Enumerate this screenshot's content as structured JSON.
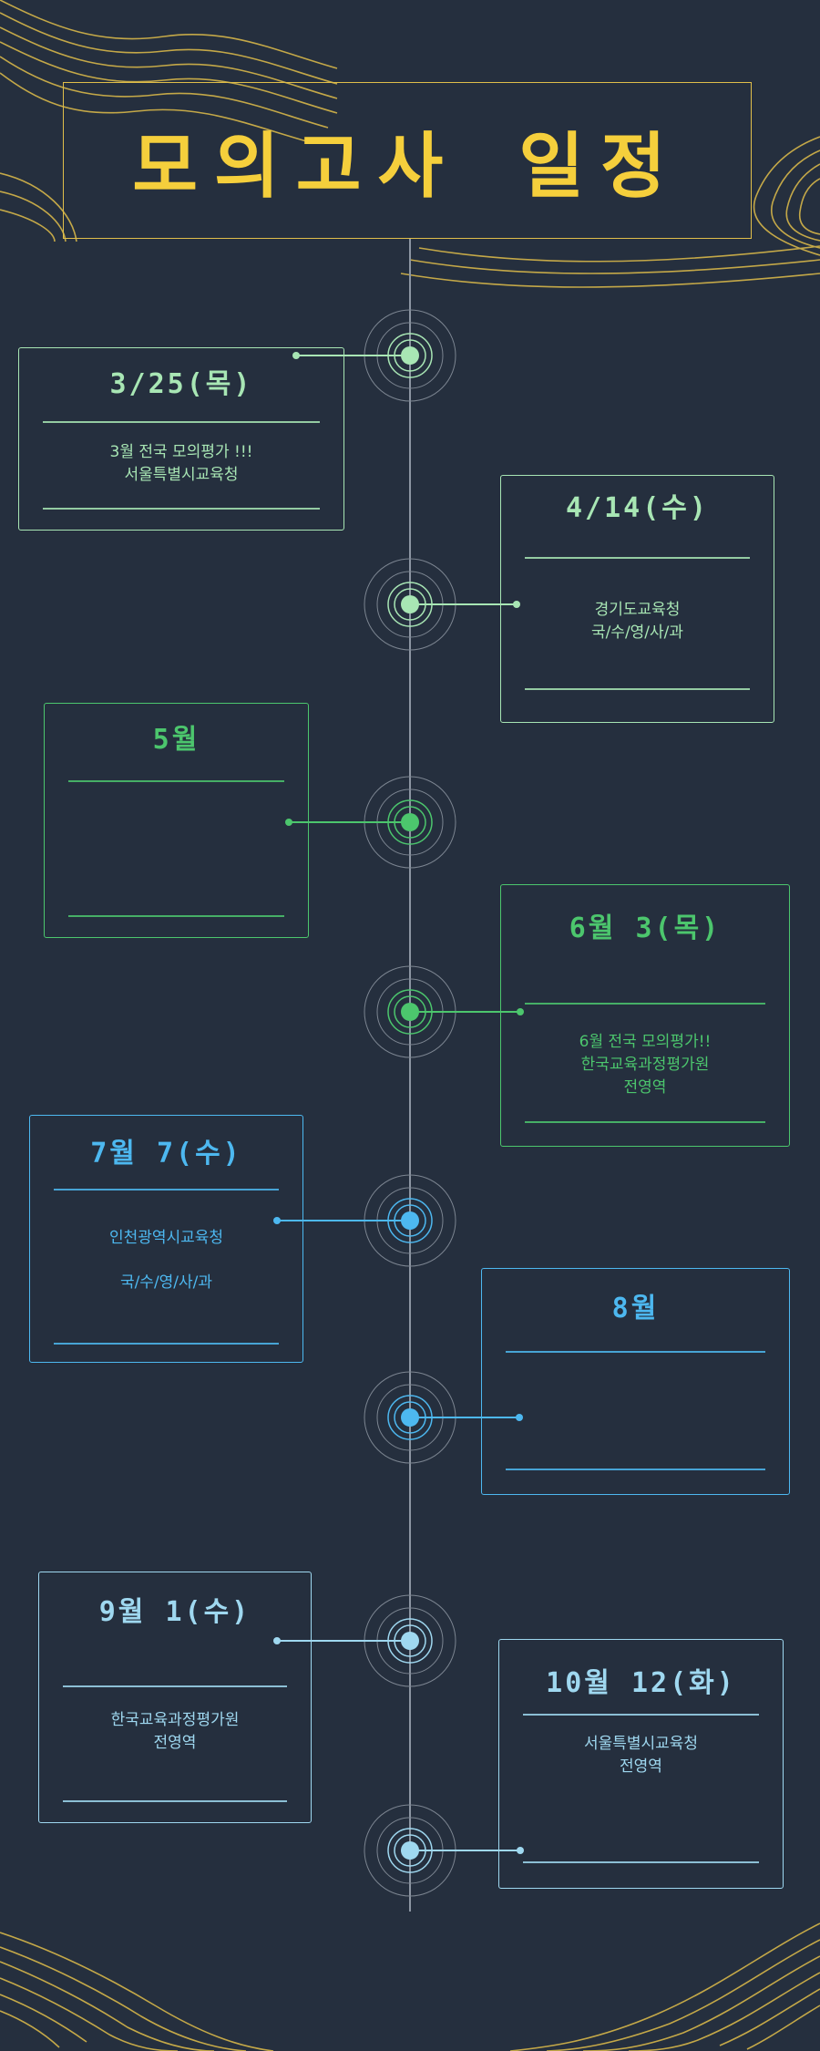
{
  "title": "모의고사 일정",
  "colors": {
    "background": "#252f3e",
    "title": "#f5cf3c",
    "gold_line": "#e0be4a",
    "mint": "#a8e6b4",
    "green": "#4cc66d",
    "blue": "#4db8f0",
    "light_blue": "#9fd8f0",
    "axis": "#8d96a3"
  },
  "events": [
    {
      "date": "3/25(목)",
      "lines": [
        "3월 전국 모의평가 !!!",
        "서울특별시교육청"
      ],
      "color": "#a8e6b4"
    },
    {
      "date": "4/14(수)",
      "lines": [
        "경기도교육청",
        "국/수/영/사/과"
      ],
      "color": "#a8e6b4"
    },
    {
      "date": "5월",
      "lines": [],
      "color": "#4cc66d"
    },
    {
      "date": "6월 3(목)",
      "lines": [
        "6월 전국 모의평가!!",
        "한국교육과정평가원",
        "전영역"
      ],
      "color": "#4cc66d"
    },
    {
      "date": "7월 7(수)",
      "lines": [
        "인천광역시교육청",
        "국/수/영/사/과"
      ],
      "color": "#4db8f0"
    },
    {
      "date": "8월",
      "lines": [],
      "color": "#4db8f0"
    },
    {
      "date": "9월 1(수)",
      "lines": [
        "한국교육과정평가원",
        "전영역"
      ],
      "color": "#9fd8f0"
    },
    {
      "date": "10월 12(화)",
      "lines": [
        "서울특별시교육청",
        "전영역"
      ],
      "color": "#9fd8f0"
    }
  ]
}
